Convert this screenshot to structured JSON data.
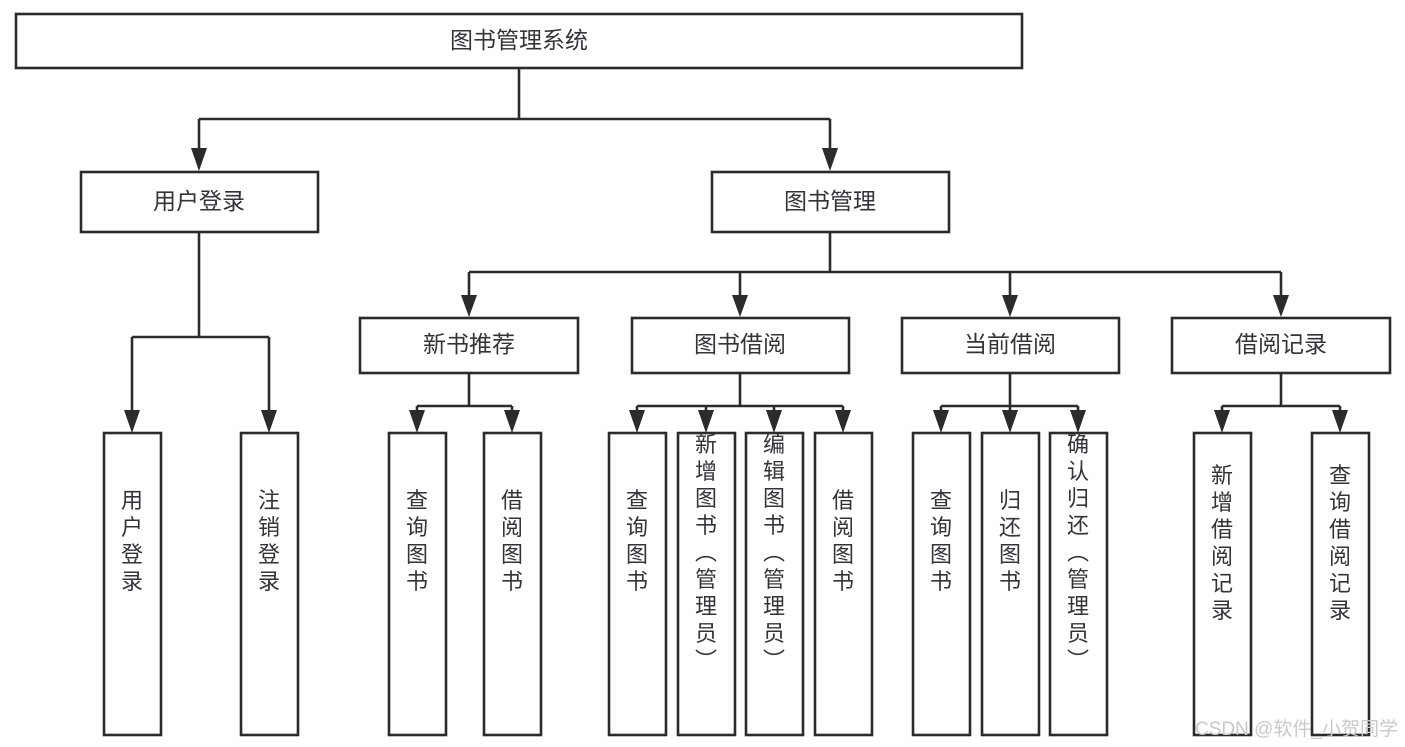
{
  "diagram": {
    "title": "图书管理系统",
    "type": "tree-hierarchy-chart",
    "background_color": "#ffffff",
    "box_border_color": "#2b2b2b",
    "text_color": "#33333a",
    "connector_color": "#2b2b2b"
  },
  "nodes": {
    "root": {
      "label": "图书管理系统"
    },
    "level1": [
      {
        "label": "用户登录"
      },
      {
        "label": "图书管理"
      }
    ],
    "level2": [
      {
        "label": "新书推荐"
      },
      {
        "label": "图书借阅"
      },
      {
        "label": "当前借阅"
      },
      {
        "label": "借阅记录"
      }
    ],
    "leaves_user_login": [
      {
        "label": "用户登录"
      },
      {
        "label": "注销登录"
      }
    ],
    "leaves_new_book": [
      {
        "label": "查询图书"
      },
      {
        "label": "借阅图书"
      }
    ],
    "leaves_borrow": [
      {
        "label": "查询图书"
      },
      {
        "label": "新增图书（管理员）"
      },
      {
        "label": "编辑图书（管理员）"
      },
      {
        "label": "借阅图书"
      }
    ],
    "leaves_current": [
      {
        "label": "查询图书"
      },
      {
        "label": "归还图书"
      },
      {
        "label": "确认归还（管理员）"
      }
    ],
    "leaves_record": [
      {
        "label": "新增借阅记录"
      },
      {
        "label": "查询借阅记录"
      }
    ]
  },
  "watermark": {
    "text": "CSDN @软件_小贺同学"
  }
}
